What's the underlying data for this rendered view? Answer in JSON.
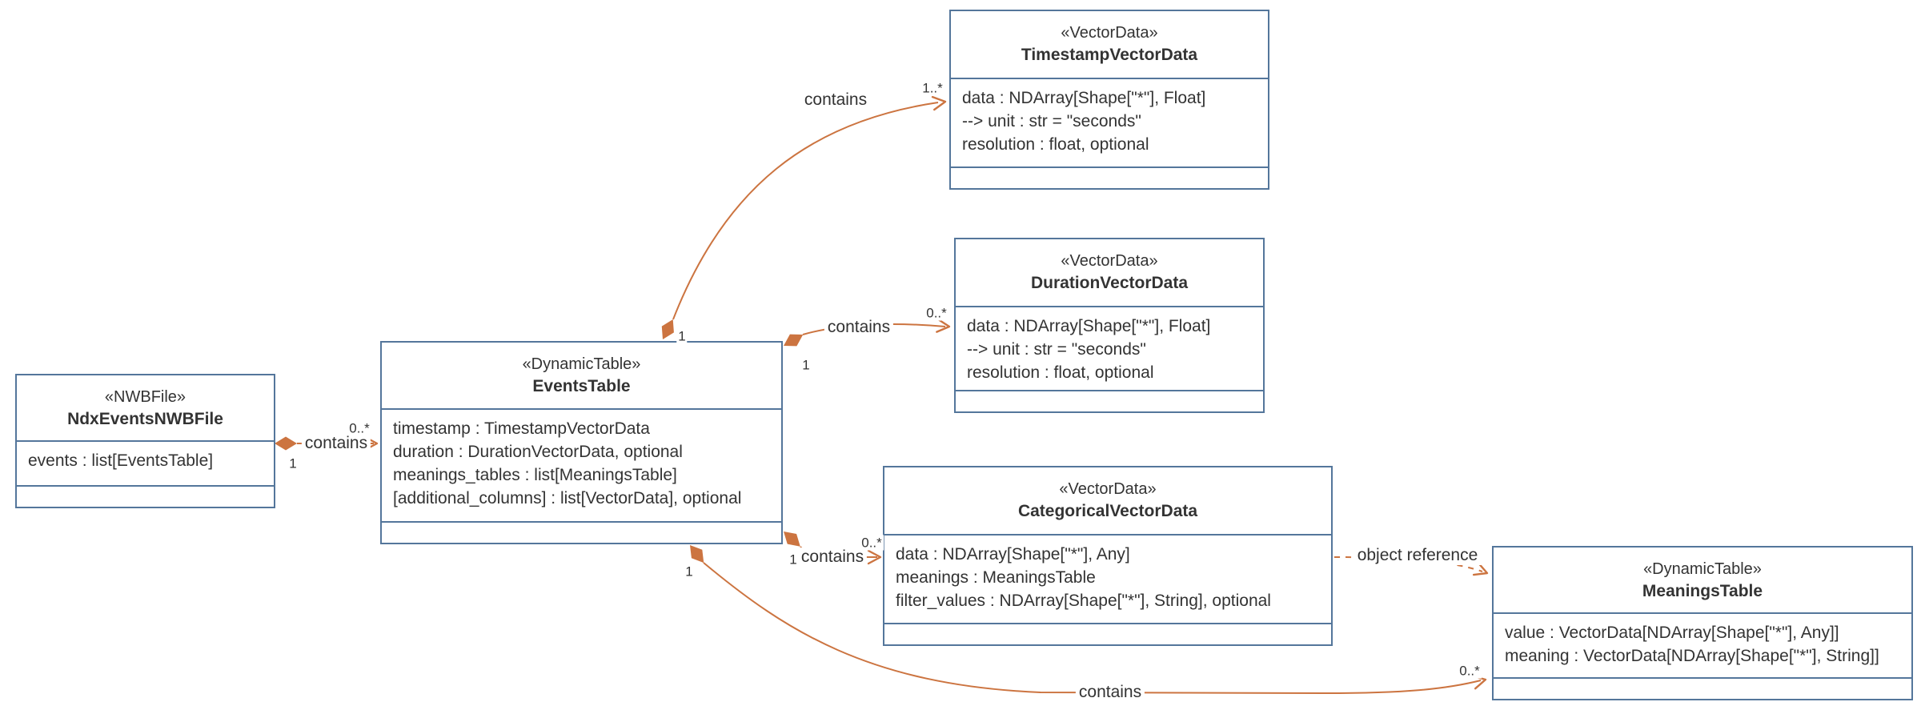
{
  "diagram": {
    "type": "uml-class-diagram",
    "colors": {
      "box_border": "#54769b",
      "box_fill": "#ffffff",
      "text": "#333333",
      "connector": "#cc7440"
    }
  },
  "classes": {
    "ndx_events_nwb_file": {
      "stereotype": "«NWBFile»",
      "name": "NdxEventsNWBFile",
      "attributes": [
        "events : list[EventsTable]"
      ]
    },
    "events_table": {
      "stereotype": "«DynamicTable»",
      "name": "EventsTable",
      "attributes": [
        "timestamp : TimestampVectorData",
        "duration : DurationVectorData, optional",
        "meanings_tables : list[MeaningsTable]",
        "[additional_columns] : list[VectorData], optional"
      ]
    },
    "timestamp_vector_data": {
      "stereotype": "«VectorData»",
      "name": "TimestampVectorData",
      "attributes": [
        "data : NDArray[Shape[\"*\"], Float]",
        "--> unit : str = \"seconds\"",
        "resolution : float, optional"
      ]
    },
    "duration_vector_data": {
      "stereotype": "«VectorData»",
      "name": "DurationVectorData",
      "attributes": [
        "data : NDArray[Shape[\"*\"], Float]",
        "--> unit : str = \"seconds\"",
        "resolution : float, optional"
      ]
    },
    "categorical_vector_data": {
      "stereotype": "«VectorData»",
      "name": "CategoricalVectorData",
      "attributes": [
        "data : NDArray[Shape[\"*\"], Any]",
        "meanings : MeaningsTable",
        "filter_values : NDArray[Shape[\"*\"], String], optional"
      ]
    },
    "meanings_table": {
      "stereotype": "«DynamicTable»",
      "name": "MeaningsTable",
      "attributes": [
        "value : VectorData[NDArray[Shape[\"*\"], Any]]",
        "meaning : VectorData[NDArray[Shape[\"*\"], String]]"
      ]
    }
  },
  "relations": {
    "file_contains_events": {
      "label": "contains",
      "source_multiplicity": "1",
      "target_multiplicity": "0..*"
    },
    "events_contains_timestamp": {
      "label": "contains",
      "source_multiplicity": "1",
      "target_multiplicity": "1..*"
    },
    "events_contains_duration": {
      "label": "contains",
      "source_multiplicity": "1",
      "target_multiplicity": "0..*"
    },
    "events_contains_categorical": {
      "label": "contains",
      "source_multiplicity": "1",
      "target_multiplicity": "0..*"
    },
    "events_contains_meanings": {
      "label": "contains",
      "source_multiplicity": "1",
      "target_multiplicity": "0..*"
    },
    "categorical_references_meanings": {
      "label": "object reference"
    }
  }
}
